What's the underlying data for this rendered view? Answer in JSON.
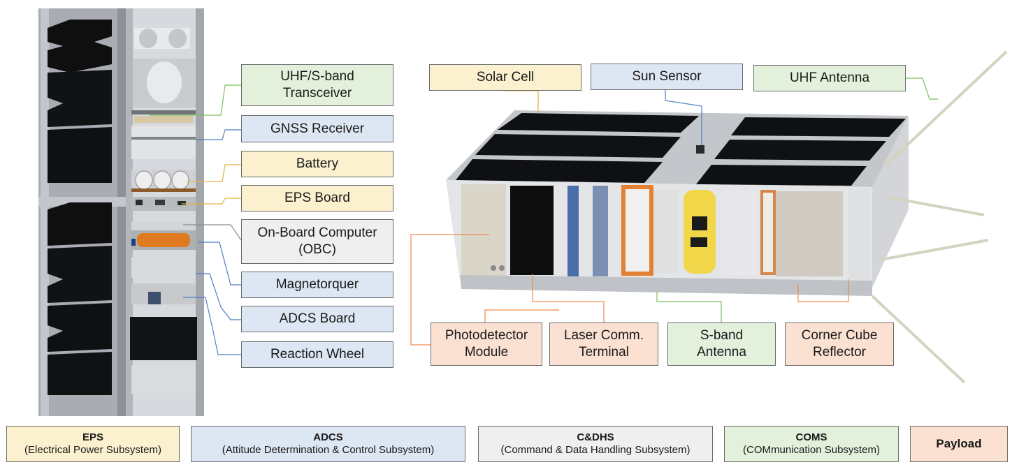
{
  "left_labels": {
    "uhf_sband_transceiver": [
      "UHF/S-band",
      "Transceiver"
    ],
    "gnss_receiver": "GNSS Receiver",
    "battery": "Battery",
    "eps_board": "EPS Board",
    "obc": [
      "On-Board Computer",
      "(OBC)"
    ],
    "magnetorquer": "Magnetorquer",
    "adcs_board": "ADCS Board",
    "reaction_wheel": "Reaction Wheel"
  },
  "right_labels": {
    "solar_cell": "Solar Cell",
    "sun_sensor": "Sun Sensor",
    "uhf_antenna": "UHF Antenna",
    "photodetector_module": [
      "Photodetector",
      "Module"
    ],
    "laser_comm_terminal": [
      "Laser Comm.",
      "Terminal"
    ],
    "sband_antenna": [
      "S-band",
      "Antenna"
    ],
    "corner_cube_reflector": [
      "Corner Cube",
      "Reflector"
    ]
  },
  "legend": {
    "eps": {
      "title": "EPS",
      "subtitle": "(Electrical Power Subsystem)"
    },
    "adcs": {
      "title": "ADCS",
      "subtitle": "(Attitude Determination & Control Subsystem)"
    },
    "cdhs": {
      "title": "C&DHS",
      "subtitle": "(Command & Data Handling Subsystem)"
    },
    "coms": {
      "title": "COMS",
      "subtitle": "(COMmunication Subsystem)"
    },
    "payload": {
      "title": "Payload"
    }
  },
  "colors": {
    "eps": "#fbf1cf",
    "adcs": "#dde6f3",
    "cdhs": "#efefef",
    "coms": "#e3f0dc",
    "payload": "#fbe1d2",
    "line_eps": "#e0b640",
    "line_adcs": "#4f7ec4",
    "line_cdhs": "#8c8c8c",
    "line_coms": "#7cbf5a",
    "line_payload": "#ef8a4a"
  }
}
